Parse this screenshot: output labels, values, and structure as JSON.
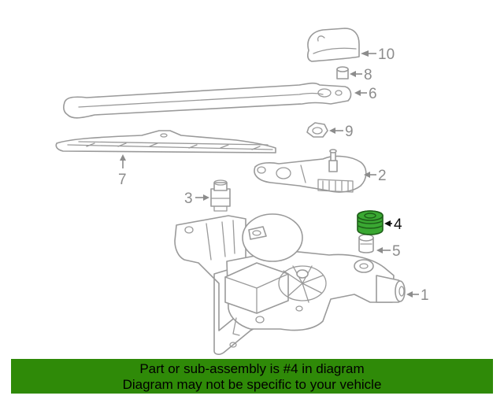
{
  "callouts": {
    "c1": "1",
    "c2": "2",
    "c3": "3",
    "c4": "4",
    "c5": "5",
    "c6": "6",
    "c7": "7",
    "c8": "8",
    "c9": "9",
    "c10": "10"
  },
  "highlighted_part": "4",
  "colors": {
    "highlight_fill": "#3aa832",
    "banner_background": "#2f8a08",
    "line_art": "#9a9a9a"
  },
  "banner": {
    "line1": "Part or sub-assembly is #4 in diagram",
    "line2": "Diagram may not be specific to your vehicle"
  }
}
